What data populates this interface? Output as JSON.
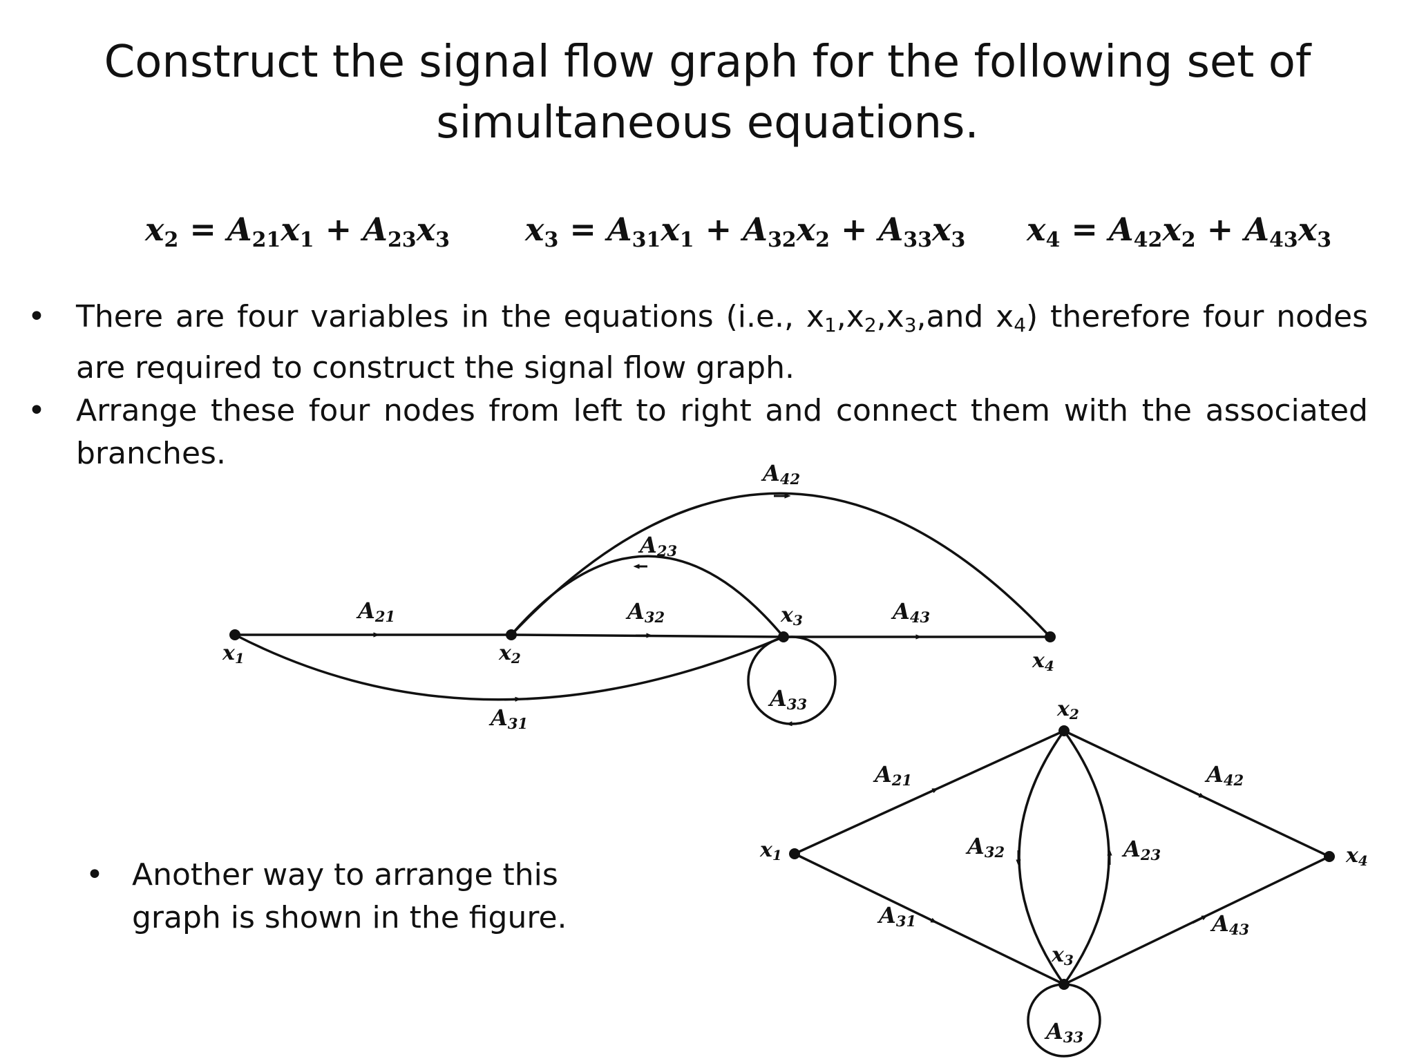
{
  "title": {
    "line1": "Construct the signal flow graph for the following set of",
    "line2": "simultaneous equations."
  },
  "equations": [
    {
      "lhs": "x",
      "lhs_sub": "2",
      "terms": [
        {
          "c": "A",
          "cs": "21",
          "v": "x",
          "vs": "1"
        },
        {
          "c": "A",
          "cs": "23",
          "v": "x",
          "vs": "3"
        }
      ]
    },
    {
      "lhs": "x",
      "lhs_sub": "3",
      "terms": [
        {
          "c": "A",
          "cs": "31",
          "v": "x",
          "vs": "1"
        },
        {
          "c": "A",
          "cs": "32",
          "v": "x",
          "vs": "2"
        },
        {
          "c": "A",
          "cs": "33",
          "v": "x",
          "vs": "3"
        }
      ]
    },
    {
      "lhs": "x",
      "lhs_sub": "4",
      "terms": [
        {
          "c": "A",
          "cs": "42",
          "v": "x",
          "vs": "2"
        },
        {
          "c": "A",
          "cs": "43",
          "v": "x",
          "vs": "3"
        }
      ]
    }
  ],
  "bullets": {
    "b1_part1": "There are four variables in the equations (i.e., x",
    "b1_sub1": "1",
    "b1_sep1": ",x",
    "b1_sub2": "2",
    "b1_sep2": ",x",
    "b1_sub3": "3",
    "b1_sep3": ",and x",
    "b1_sub4": "4",
    "b1_part2": ") therefore four nodes are required to construct the signal flow graph.",
    "b2": "Arrange these four nodes from left to right and connect them with the associated branches.",
    "b3": "Another way to arrange this graph is shown in the figure.",
    "marker": "•"
  },
  "graph1": {
    "nodes": {
      "x1": "x",
      "x1s": "1",
      "x2": "x",
      "x2s": "2",
      "x3": "x",
      "x3s": "3",
      "x4": "x",
      "x4s": "4"
    },
    "gains": {
      "A21": "A",
      "A21s": "21",
      "A32": "A",
      "A32s": "32",
      "A43": "A",
      "A43s": "43",
      "A23": "A",
      "A23s": "23",
      "A42": "A",
      "A42s": "42",
      "A31": "A",
      "A31s": "31",
      "A33": "A",
      "A33s": "33"
    }
  },
  "graph2": {
    "nodes": {
      "x1": "x",
      "x1s": "1",
      "x2": "x",
      "x2s": "2",
      "x3": "x",
      "x3s": "3",
      "x4": "x",
      "x4s": "4"
    },
    "gains": {
      "A21": "A",
      "A21s": "21",
      "A31": "A",
      "A31s": "31",
      "A42": "A",
      "A42s": "42",
      "A43": "A",
      "A43s": "43",
      "A32": "A",
      "A32s": "32",
      "A23": "A",
      "A23s": "23",
      "A33": "A",
      "A33s": "33"
    }
  },
  "colors": {
    "ink": "#111111",
    "background": "#ffffff"
  }
}
